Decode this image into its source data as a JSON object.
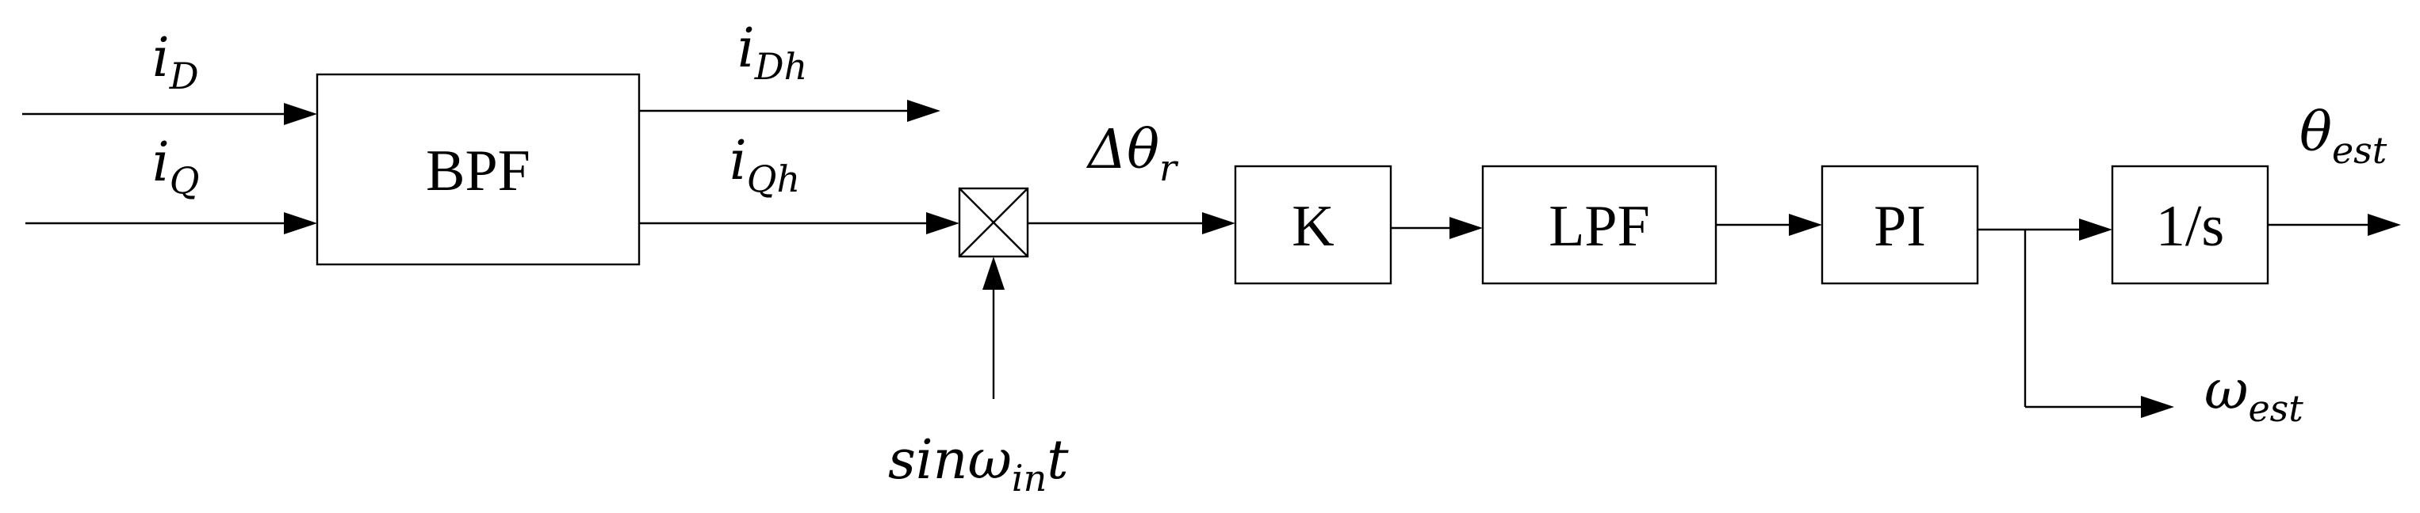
{
  "blocks": {
    "bpf": "BPF",
    "k": "K",
    "lpf": "LPF",
    "pi": "PI",
    "integrator": "1/s"
  },
  "signals": {
    "i_d": {
      "main": "i",
      "sub": "D"
    },
    "i_q": {
      "main": "i",
      "sub": "Q"
    },
    "i_dh": {
      "main": "i",
      "sub": "Dh"
    },
    "i_qh": {
      "main": "i",
      "sub": "Qh"
    },
    "delta_theta": {
      "main": "Δθ",
      "sub": "r"
    },
    "theta_est": {
      "main": "θ",
      "sub": "est"
    },
    "omega_est": {
      "main": "ω",
      "sub": "est"
    },
    "sin_input": {
      "pre": "sinω",
      "sub": "in",
      "post": "t"
    }
  }
}
